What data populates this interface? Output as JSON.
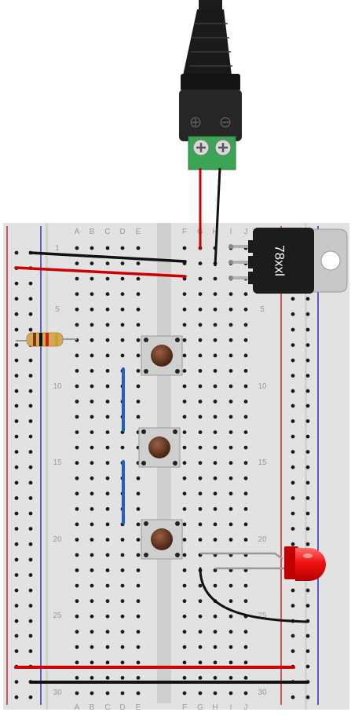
{
  "breadboard": {
    "column_letters_left": [
      "A",
      "B",
      "C",
      "D",
      "E"
    ],
    "column_letters_right": [
      "F",
      "G",
      "H",
      "I",
      "J"
    ],
    "row_number_labels": [
      "1",
      "5",
      "10",
      "15",
      "20",
      "25",
      "30"
    ],
    "row_count": 30
  },
  "regulator": {
    "label": "78xxl"
  },
  "dc_jack": {
    "plus_symbol": "⊕",
    "minus_symbol": "⊖"
  },
  "colors": {
    "board": "#e0e0e0",
    "rail_red": "#c00000",
    "rail_blue": "#0000c0",
    "wire_red": "#cc0000",
    "wire_black": "#111111",
    "wire_blue": "#1e5fc8",
    "terminal_green": "#3aa655",
    "led_red": "#ee1111",
    "hole": "#1a1a1a"
  }
}
